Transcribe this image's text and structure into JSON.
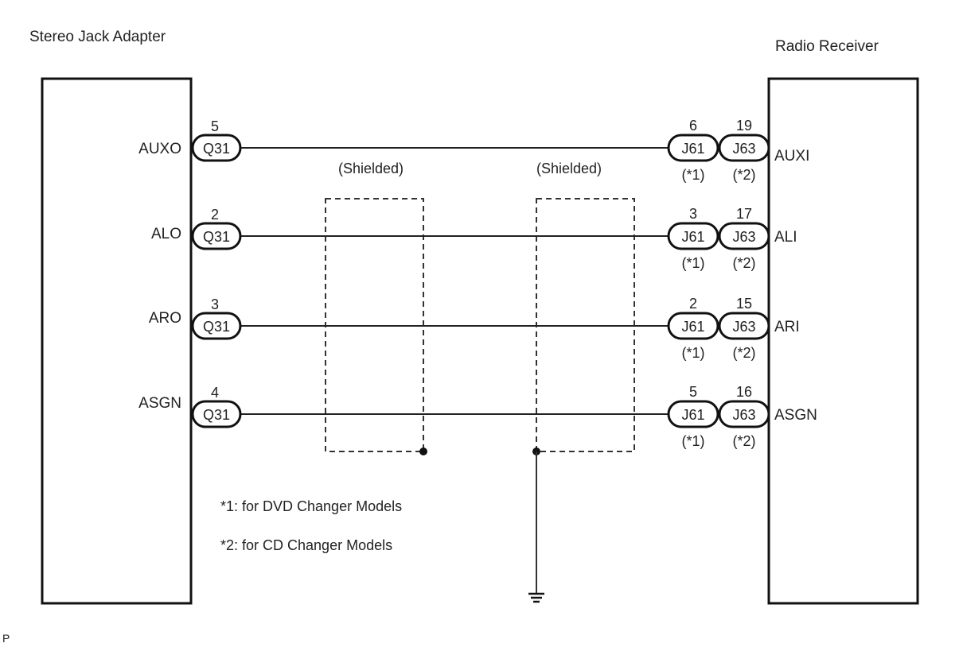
{
  "left_component": {
    "title": "Stereo Jack Adapter"
  },
  "right_component": {
    "title": "Radio Receiver"
  },
  "shield_labels": [
    "(Shielded)",
    "(Shielded)"
  ],
  "wires": [
    {
      "left_pin_label": "AUXO",
      "left_connector": "Q31",
      "left_pin": "5",
      "right_connectors": [
        {
          "id": "J61",
          "pin": "6",
          "note": "(*1)"
        },
        {
          "id": "J63",
          "pin": "19",
          "note": "(*2)"
        }
      ],
      "right_pin_label": "AUXI"
    },
    {
      "left_pin_label": "ALO",
      "left_connector": "Q31",
      "left_pin": "2",
      "right_connectors": [
        {
          "id": "J61",
          "pin": "3",
          "note": "(*1)"
        },
        {
          "id": "J63",
          "pin": "17",
          "note": "(*2)"
        }
      ],
      "right_pin_label": "ALI"
    },
    {
      "left_pin_label": "ARO",
      "left_connector": "Q31",
      "left_pin": "3",
      "right_connectors": [
        {
          "id": "J61",
          "pin": "2",
          "note": "(*1)"
        },
        {
          "id": "J63",
          "pin": "15",
          "note": "(*2)"
        }
      ],
      "right_pin_label": "ARI"
    },
    {
      "left_pin_label": "ASGN",
      "left_connector": "Q31",
      "left_pin": "4",
      "right_connectors": [
        {
          "id": "J61",
          "pin": "5",
          "note": "(*1)"
        },
        {
          "id": "J63",
          "pin": "16",
          "note": "(*2)"
        }
      ],
      "right_pin_label": "ASGN"
    }
  ],
  "notes": [
    "*1: for DVD Changer Models",
    "*2: for CD Changer Models"
  ],
  "corner_mark": "P"
}
